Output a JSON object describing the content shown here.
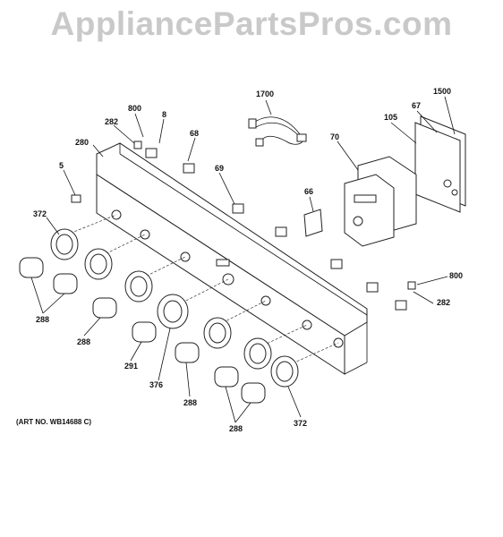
{
  "watermark": "AppliancePartsPros.com",
  "art_number": "(ART NO. WB14688 C)",
  "callouts": {
    "c1700": "1700",
    "c1500": "1500",
    "c800a": "800",
    "c8": "8",
    "c282a": "282",
    "c68": "68",
    "c280": "280",
    "c67": "67",
    "c105": "105",
    "c70": "70",
    "c5": "5",
    "c69": "69",
    "c66": "66",
    "c372a": "372",
    "c800b": "800",
    "c282b": "282",
    "c288a": "288",
    "c288b": "288",
    "c291": "291",
    "c376": "376",
    "c288c": "288",
    "c288d": "288",
    "c372b": "372"
  }
}
